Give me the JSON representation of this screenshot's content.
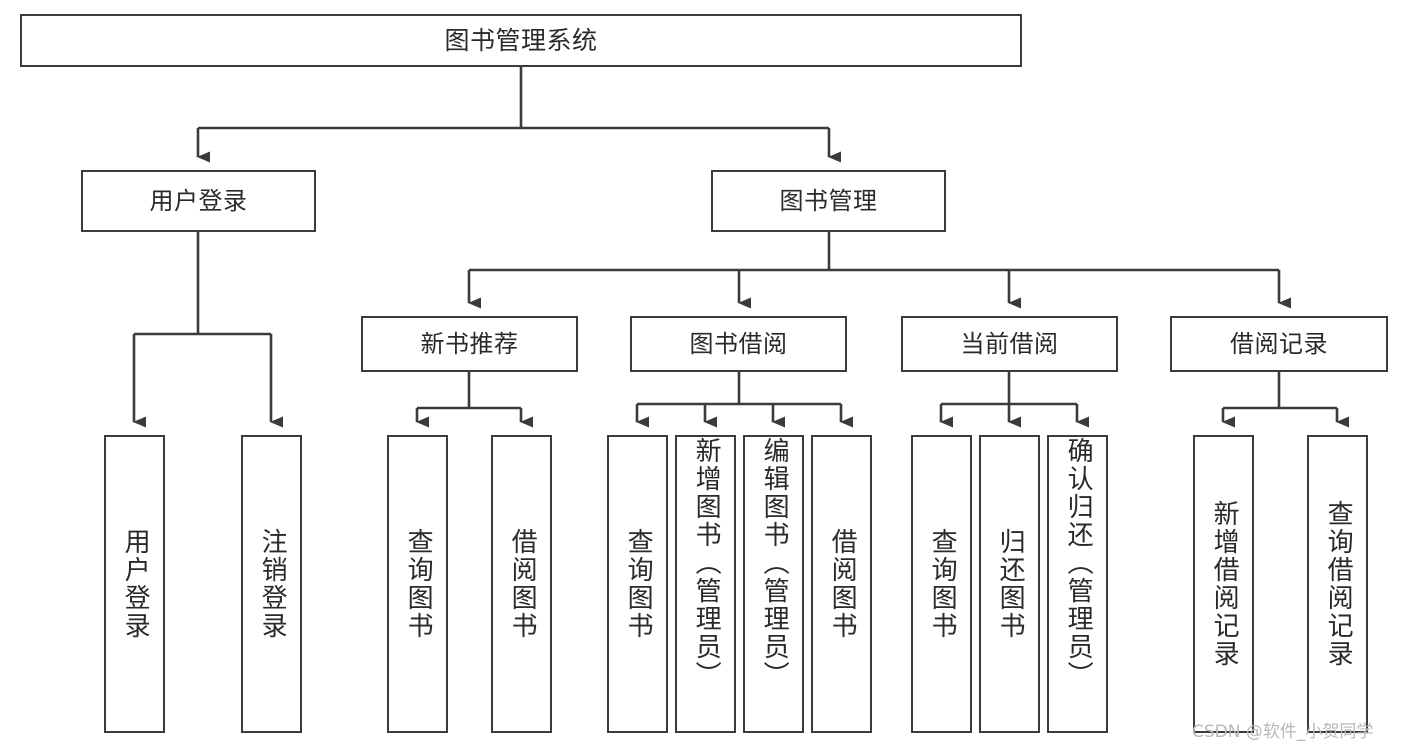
{
  "diagram": {
    "title": "图书管理系统",
    "type": "hierarchy-tree",
    "levels": 4,
    "nodes": {
      "root": {
        "label": "图书管理系统"
      },
      "l2": [
        {
          "label": "用户登录"
        },
        {
          "label": "图书管理"
        }
      ],
      "l3": [
        {
          "label": "新书推荐"
        },
        {
          "label": "图书借阅"
        },
        {
          "label": "当前借阅"
        },
        {
          "label": "借阅记录"
        }
      ],
      "leaves_user_login": [
        {
          "label": "用户登录"
        },
        {
          "label": "注销登录"
        }
      ],
      "leaves_new_book": [
        {
          "label": "查询图书"
        },
        {
          "label": "借阅图书"
        }
      ],
      "leaves_borrow": [
        {
          "label": "查询图书"
        },
        {
          "label": "新增图书（管理员）"
        },
        {
          "label": "编辑图书（管理员）"
        },
        {
          "label": "借阅图书"
        }
      ],
      "leaves_current": [
        {
          "label": "查询图书"
        },
        {
          "label": "归还图书"
        },
        {
          "label": "确认归还（管理员）"
        }
      ],
      "leaves_records": [
        {
          "label": "新增借阅记录"
        },
        {
          "label": "查询借阅记录"
        }
      ]
    },
    "colors": {
      "border": "#3b3b3b",
      "text": "#2a2a2a",
      "background": "#ffffff",
      "watermark": "#b8b8b8"
    }
  },
  "watermark": {
    "text": "CSDN @软件_小贺同学"
  }
}
